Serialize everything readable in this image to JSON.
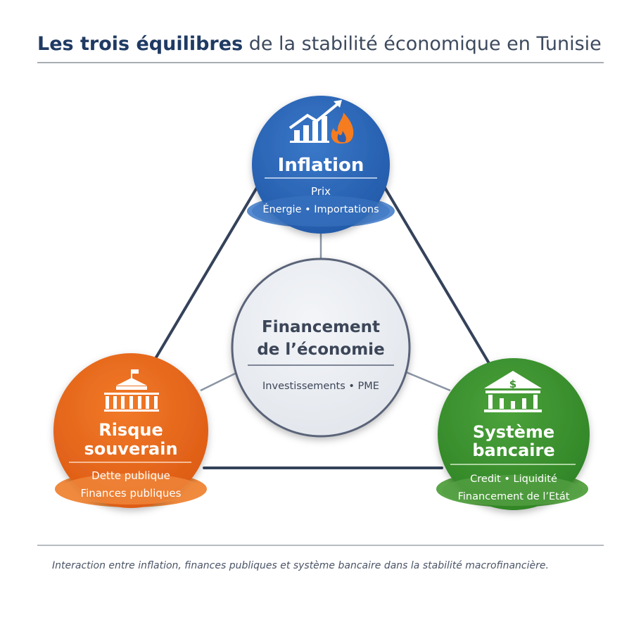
{
  "title": {
    "bold": "Les trois équilibres",
    "rest": " de la stabilité économique en Tunisie"
  },
  "nodes": {
    "inflation": {
      "title": "Inflation",
      "line1": "Prix",
      "line2": "Énergie • Importations",
      "color": "#2e67b8",
      "icon": "chart-flame-icon"
    },
    "risque": {
      "title1": "Risque",
      "title2": "souverain",
      "line1": "Dette publique",
      "line2": "Finances publiques",
      "color": "#e8661d",
      "icon": "government-building-icon"
    },
    "bancaire": {
      "title1": "Système",
      "title2": "bancaire",
      "line1": "Credit • Liquidité",
      "line2": "Financement de l’Etát",
      "color": "#3d9130",
      "icon": "bank-dollar-icon"
    },
    "centre": {
      "title1": "Financement",
      "title2": "de l’économie",
      "line1": "Investissements • PME"
    }
  },
  "caption": "Interaction entre inflation, finances publiques et système bancaire dans la stabilité macrofinancière."
}
